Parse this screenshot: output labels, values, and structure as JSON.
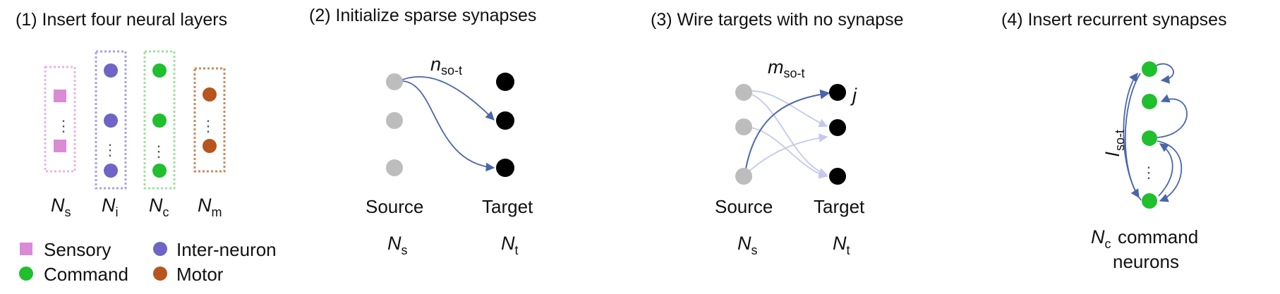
{
  "colors": {
    "sensory": "#d98bd6",
    "inter": "#7064c6",
    "command": "#1fbf2e",
    "motor": "#b8541e",
    "edge": "#4a66aa",
    "edge_light": "#c4c9ec",
    "source_node": "#bdbdbd",
    "target_node": "#000000"
  },
  "panels": [
    {
      "title": "(1) Insert four neural layers",
      "layers": [
        {
          "symbol": "N",
          "sub": "s",
          "kind": "sensory"
        },
        {
          "symbol": "N",
          "sub": "i",
          "kind": "inter-neuron"
        },
        {
          "symbol": "N",
          "sub": "c",
          "kind": "command"
        },
        {
          "symbol": "N",
          "sub": "m",
          "kind": "motor"
        }
      ],
      "legend": [
        {
          "label": "Sensory",
          "shape": "square",
          "color_key": "sensory"
        },
        {
          "label": "Inter-neuron",
          "shape": "circle",
          "color_key": "inter"
        },
        {
          "label": "Command",
          "shape": "circle",
          "color_key": "command"
        },
        {
          "label": "Motor",
          "shape": "circle",
          "color_key": "motor"
        }
      ]
    },
    {
      "title": "(2) Initialize sparse synapses",
      "edge_label": {
        "symbol": "n",
        "sub": "so-t"
      },
      "source_label": "Source",
      "target_label": "Target",
      "source_symbol": {
        "symbol": "N",
        "sub": "s"
      },
      "target_symbol": {
        "symbol": "N",
        "sub": "t"
      }
    },
    {
      "title": "(3) Wire targets with no synapse",
      "edge_label": {
        "symbol": "m",
        "sub": "so-t"
      },
      "target_tag": "j",
      "source_label": "Source",
      "target_label": "Target",
      "source_symbol": {
        "symbol": "N",
        "sub": "s"
      },
      "target_symbol": {
        "symbol": "N",
        "sub": "t"
      }
    },
    {
      "title": "(4) Insert recurrent synapses",
      "edge_label": {
        "symbol": "l",
        "sub": "so-t"
      },
      "caption_symbol": {
        "symbol": "N",
        "sub": "c"
      },
      "caption_line1": "command",
      "caption_line2": "neurons"
    }
  ]
}
